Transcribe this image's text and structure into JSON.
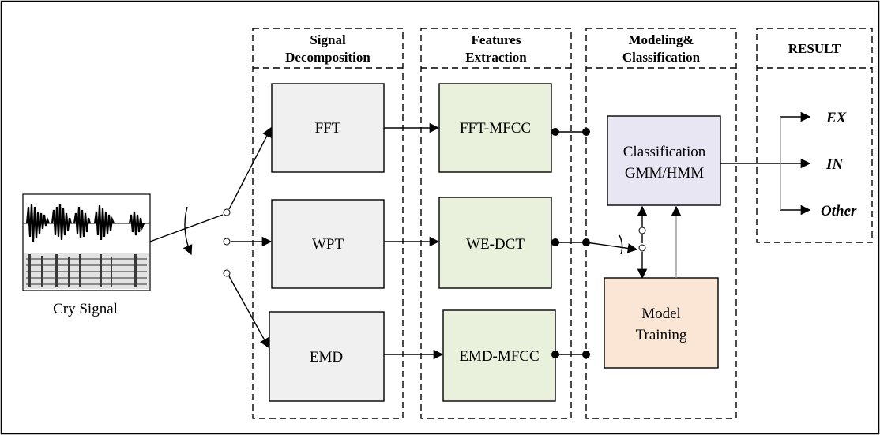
{
  "sections": {
    "decomposition": {
      "line1": "Signal",
      "line2": "Decomposition"
    },
    "features": {
      "line1": "Features",
      "line2": "Extraction"
    },
    "modeling": {
      "line1": "Modeling&",
      "line2": "Classification"
    },
    "result": {
      "line1": "RESULT"
    }
  },
  "input": {
    "label": "Cry Signal"
  },
  "decomposition_blocks": [
    "FFT",
    "WPT",
    "EMD"
  ],
  "feature_blocks": [
    "FFT-MFCC",
    "WE-DCT",
    "EMD-MFCC"
  ],
  "classifier": {
    "line1": "Classification",
    "line2": "GMM/HMM"
  },
  "training": {
    "line1": "Model",
    "line2": "Training"
  },
  "results": [
    "EX",
    "IN",
    "Other"
  ],
  "colors": {
    "decomposition_fill": "#f0f0f0",
    "feature_fill": "#e9f0dc",
    "classifier_fill": "#e8e6f2",
    "training_fill": "#fbe6d6",
    "line": "#000000"
  }
}
